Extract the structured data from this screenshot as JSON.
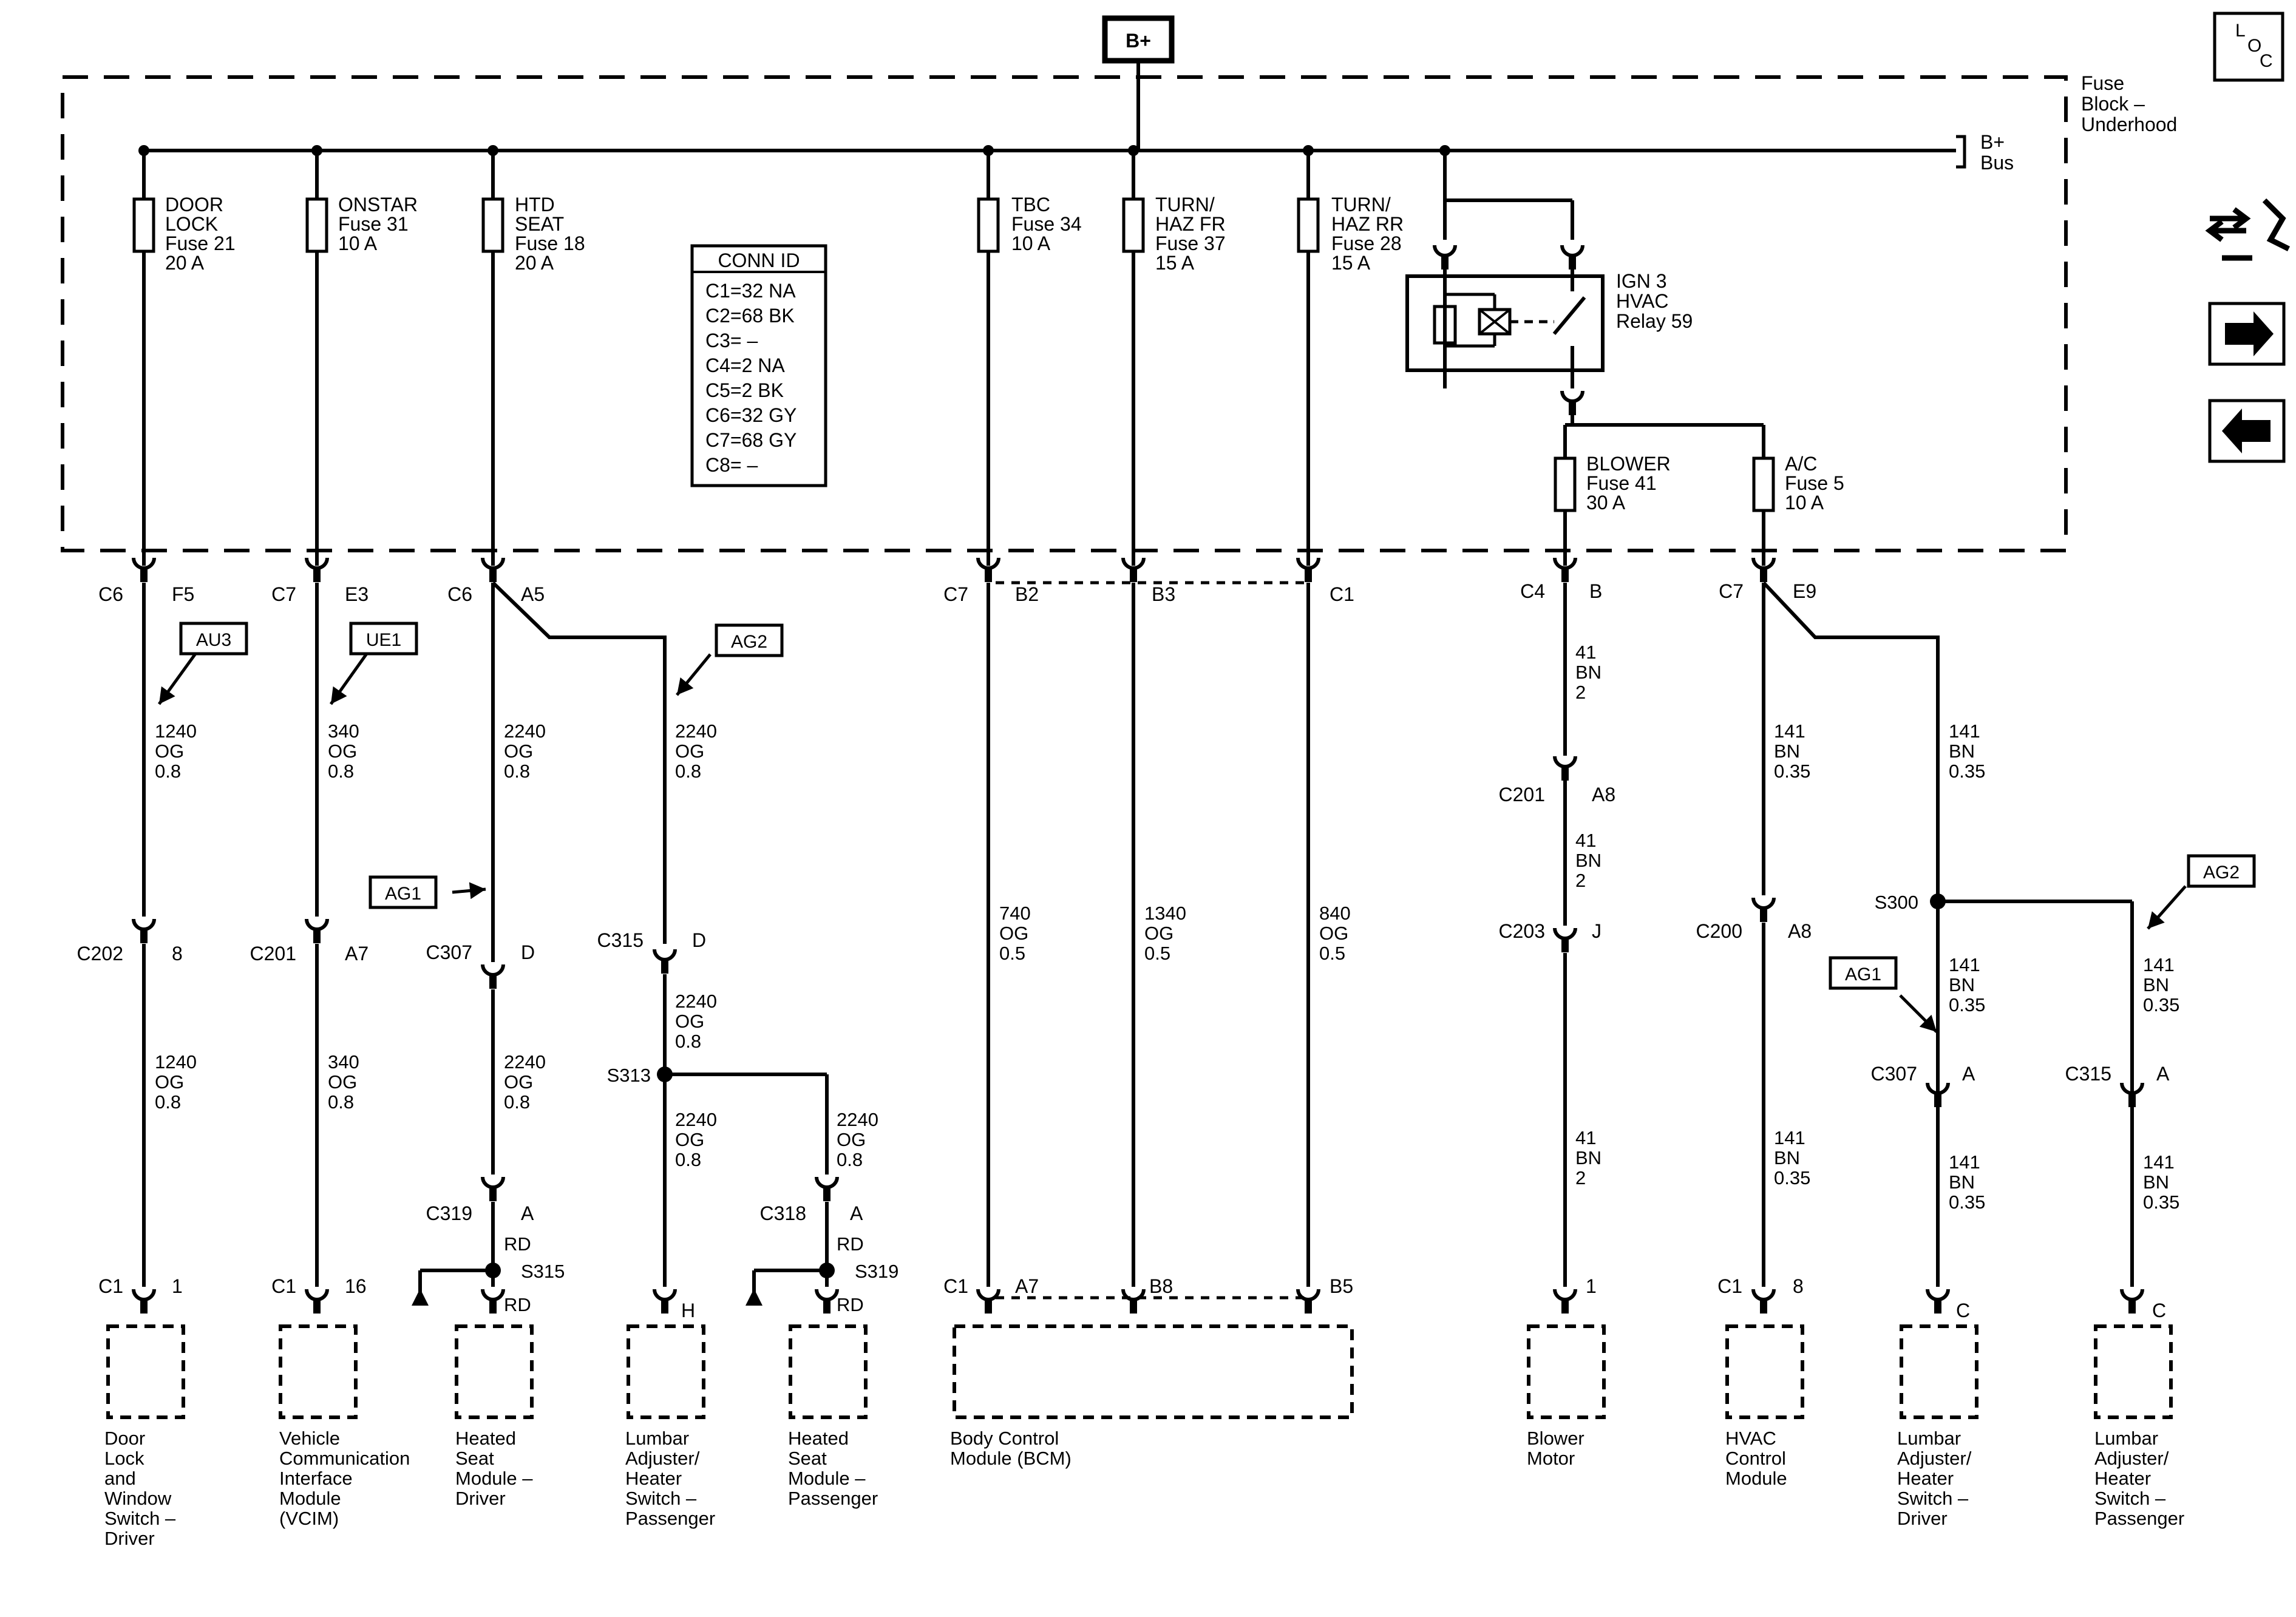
{
  "supply": "B+",
  "fuse_block": [
    "Fuse",
    "Block –",
    "Underhood"
  ],
  "bus": [
    "B+",
    "Bus"
  ],
  "loc_icon": {
    "l": "L",
    "o": "O",
    "c": "C"
  },
  "nav_icons": [
    "harness-wrench-icon",
    "next-page-icon",
    "previous-page-icon"
  ],
  "conn_id": {
    "title": "CONN ID",
    "rows": [
      "C1=32 NA",
      "C2=68 BK",
      "C3= –",
      "C4=2 NA",
      "C5=2 BK",
      "C6=32 GY",
      "C7=68 GY",
      "C8= –"
    ]
  },
  "fuses": [
    {
      "lines": [
        "DOOR",
        "LOCK",
        "Fuse 21",
        "20 A"
      ]
    },
    {
      "lines": [
        "ONSTAR",
        "Fuse 31",
        "10 A"
      ]
    },
    {
      "lines": [
        "HTD",
        "SEAT",
        "Fuse 18",
        "20 A"
      ]
    },
    {
      "lines": [
        "TBC",
        "Fuse 34",
        "10 A"
      ]
    },
    {
      "lines": [
        "TURN/",
        "HAZ FR",
        "Fuse 37",
        "15 A"
      ]
    },
    {
      "lines": [
        "TURN/",
        "HAZ RR",
        "Fuse 28",
        "15 A"
      ]
    },
    {
      "lines": [
        "BLOWER",
        "Fuse 41",
        "30 A"
      ]
    },
    {
      "lines": [
        "A/C",
        "Fuse 5",
        "10 A"
      ]
    }
  ],
  "relay": [
    "IGN 3",
    "HVAC",
    "Relay 59"
  ],
  "connector_labels": [
    {
      "conn": "C6",
      "pin": "F5"
    },
    {
      "conn": "C7",
      "pin": "E3"
    },
    {
      "conn": "C6",
      "pin": "A5"
    },
    {
      "conn": "C7",
      "pin": "B2"
    },
    {
      "conn": "",
      "pin": "B3"
    },
    {
      "conn": "",
      "pin": "C1"
    },
    {
      "conn": "C4",
      "pin": "B"
    },
    {
      "conn": "C7",
      "pin": "E9"
    },
    {
      "conn": "C202",
      "pin": "8"
    },
    {
      "conn": "C201",
      "pin": "A7"
    },
    {
      "conn": "C307",
      "pin": "D"
    },
    {
      "conn": "C315",
      "pin": "D"
    },
    {
      "conn": "C319",
      "pin": "A"
    },
    {
      "conn": "C318",
      "pin": "A"
    },
    {
      "conn": "C201",
      "pin": "A8"
    },
    {
      "conn": "C203",
      "pin": "J"
    },
    {
      "conn": "C200",
      "pin": "A8"
    },
    {
      "conn": "C307",
      "pin": "A"
    },
    {
      "conn": "C315",
      "pin": "A"
    },
    {
      "conn": "C1",
      "pin": "1"
    },
    {
      "conn": "C1",
      "pin": "16"
    },
    {
      "conn": "",
      "pin": "H"
    },
    {
      "conn": "C1",
      "pin": "A7"
    },
    {
      "conn": "",
      "pin": "B8"
    },
    {
      "conn": "",
      "pin": "B5"
    },
    {
      "conn": "",
      "pin": "1"
    },
    {
      "conn": "C1",
      "pin": "8"
    },
    {
      "conn": "",
      "pin": "C"
    },
    {
      "conn": "",
      "pin": "C"
    }
  ],
  "splices": [
    "S313",
    "S315",
    "S319",
    "S300"
  ],
  "rd": "RD",
  "options": [
    "AU3",
    "UE1",
    "AG2",
    "AG1",
    "AG1",
    "AG2"
  ],
  "wires": [
    [
      "1240",
      "OG",
      "0.8"
    ],
    [
      "340",
      "OG",
      "0.8"
    ],
    [
      "2240",
      "OG",
      "0.8"
    ],
    [
      "2240",
      "OG",
      "0.8"
    ],
    [
      "41",
      "BN",
      "2"
    ],
    [
      "141",
      "BN",
      "0.35"
    ],
    [
      "141",
      "BN",
      "0.35"
    ],
    [
      "41",
      "BN",
      "2"
    ],
    [
      "740",
      "OG",
      "0.5"
    ],
    [
      "1340",
      "OG",
      "0.5"
    ],
    [
      "840",
      "OG",
      "0.5"
    ],
    [
      "141",
      "BN",
      "0.35"
    ],
    [
      "141",
      "BN",
      "0.35"
    ],
    [
      "1240",
      "OG",
      "0.8"
    ],
    [
      "340",
      "OG",
      "0.8"
    ],
    [
      "2240",
      "OG",
      "0.8"
    ],
    [
      "2240",
      "OG",
      "0.8"
    ],
    [
      "2240",
      "OG",
      "0.8"
    ],
    [
      "2240",
      "OG",
      "0.8"
    ],
    [
      "41",
      "BN",
      "2"
    ],
    [
      "141",
      "BN",
      "0.35"
    ],
    [
      "141",
      "BN",
      "0.35"
    ],
    [
      "141",
      "BN",
      "0.35"
    ]
  ],
  "components": [
    [
      "Door",
      "Lock",
      "and",
      "Window",
      "Switch –",
      "Driver"
    ],
    [
      "Vehicle",
      "Communication",
      "Interface",
      "Module",
      "(VCIM)"
    ],
    [
      "Heated",
      "Seat",
      "Module –",
      "Driver"
    ],
    [
      "Lumbar",
      "Adjuster/",
      "Heater",
      "Switch –",
      "Passenger"
    ],
    [
      "Heated",
      "Seat",
      "Module –",
      "Passenger"
    ],
    [
      "Body Control",
      "Module (BCM)"
    ],
    [
      "Blower",
      "Motor"
    ],
    [
      "HVAC",
      "Control",
      "Module"
    ],
    [
      "Lumbar",
      "Adjuster/",
      "Heater",
      "Switch –",
      "Driver"
    ],
    [
      "Lumbar",
      "Adjuster/",
      "Heater",
      "Switch –",
      "Passenger"
    ]
  ]
}
